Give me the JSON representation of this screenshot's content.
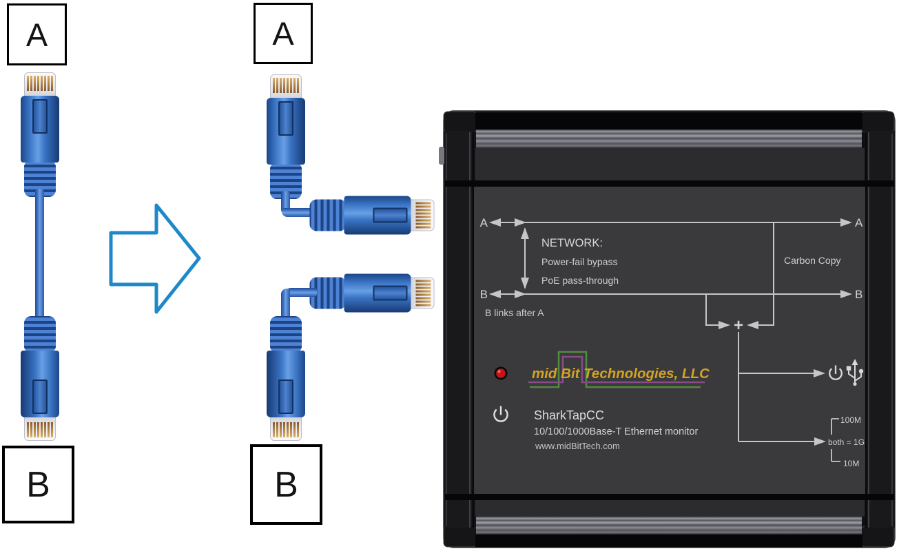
{
  "figure": {
    "left": {
      "a": "A",
      "b": "B"
    },
    "middle": {
      "a": "A",
      "b": "B"
    }
  },
  "transform_arrow": {
    "color": "#1e88c9"
  },
  "device": {
    "ports": {
      "a_left": "A",
      "a_right": "A",
      "b_left": "B",
      "b_right": "B"
    },
    "network": {
      "title": "NETWORK:",
      "line1": "Power-fail bypass",
      "line2": "PoE pass-through"
    },
    "carbon_copy": "Carbon Copy",
    "b_links": "B links after A",
    "junction_plus": "+",
    "legend": {
      "fast": "100M",
      "both": "both = 1G",
      "slow": "10M"
    },
    "branding": {
      "logo": "mid Bit Technologies, LLC",
      "product": "SharkTapCC",
      "subtitle": "10/100/1000Base-T Ethernet monitor",
      "website": "www.midBitTech.com"
    },
    "colors": {
      "panel": "#3a3a3d",
      "wire": "#c6c6c6",
      "logo_gold": "#d2a325",
      "trace_purple": "#8a4a8a",
      "trace_green": "#4e8c3e",
      "led_red": "#c6141a"
    }
  }
}
